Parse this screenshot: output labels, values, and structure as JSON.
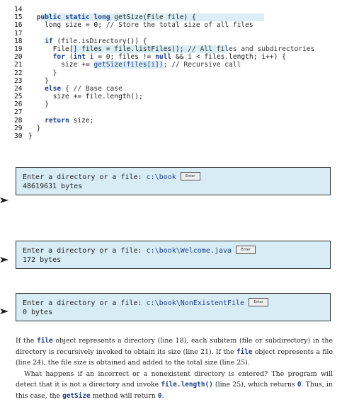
{
  "code_lines": [
    {
      "n": "14",
      "parts": []
    },
    {
      "n": "15",
      "parts": [
        {
          "t": "  "
        },
        {
          "t": "public static long",
          "c": "kw"
        },
        {
          "t": " getSize(File file) {"
        }
      ],
      "hl": 1
    },
    {
      "n": "16",
      "parts": [
        {
          "t": "    long size = ",
          "c": "kw0"
        },
        {
          "t": "0"
        },
        {
          "t": "; "
        },
        {
          "t": "// Store the total size of all files",
          "c": "cm"
        }
      ]
    },
    {
      "n": "17",
      "parts": []
    },
    {
      "n": "18",
      "parts": [
        {
          "t": "    "
        },
        {
          "t": "if",
          "c": "kw"
        },
        {
          "t": " (file.isDirectory()) {"
        }
      ]
    },
    {
      "n": "19",
      "parts": [
        {
          "t": "      File[] files = file.listFiles(); "
        },
        {
          "t": "// All files and subdirectories",
          "c": "cm"
        }
      ],
      "hl": 2
    },
    {
      "n": "20",
      "parts": [
        {
          "t": "      "
        },
        {
          "t": "for",
          "c": "kw"
        },
        {
          "t": " ("
        },
        {
          "t": "int",
          "c": "kw"
        },
        {
          "t": " i = 0; files != "
        },
        {
          "t": "null",
          "c": "kw"
        },
        {
          "t": " && i < files.length; i++) {"
        }
      ]
    },
    {
      "n": "21",
      "parts": [
        {
          "t": "        size += "
        },
        {
          "t": "getSize(files[i])",
          "c": "call"
        },
        {
          "t": "; "
        },
        {
          "t": "// Recursive call",
          "c": "cm"
        }
      ]
    },
    {
      "n": "22",
      "parts": [
        {
          "t": "      }"
        }
      ]
    },
    {
      "n": "23",
      "parts": [
        {
          "t": "    }"
        }
      ]
    },
    {
      "n": "24",
      "parts": [
        {
          "t": "    "
        },
        {
          "t": "else",
          "c": "kw"
        },
        {
          "t": " { "
        },
        {
          "t": "// Base case",
          "c": "cm"
        }
      ]
    },
    {
      "n": "25",
      "parts": [
        {
          "t": "      size += file.length();"
        }
      ]
    },
    {
      "n": "26",
      "parts": [
        {
          "t": "    }"
        }
      ]
    },
    {
      "n": "27",
      "parts": []
    },
    {
      "n": "28",
      "parts": [
        {
          "t": "    "
        },
        {
          "t": "return",
          "c": "kw"
        },
        {
          "t": " size;"
        }
      ]
    },
    {
      "n": "29",
      "parts": [
        {
          "t": "  }"
        }
      ]
    },
    {
      "n": "30",
      "parts": [
        {
          "t": "}"
        }
      ]
    }
  ],
  "outputs": [
    {
      "prompt": "Enter a directory or a file: ",
      "input": "c:\\book",
      "result": "48619631 bytes"
    },
    {
      "prompt": "Enter a directory or a file: ",
      "input": "c:\\book\\Welcome.java",
      "result": "172 bytes"
    },
    {
      "prompt": "Enter a directory or a file: ",
      "input": "c:\\book\\NonExistentFile",
      "result": "0 bytes"
    }
  ],
  "enter_key_label": "Enter",
  "prose": {
    "p1": [
      {
        "t": "If the "
      },
      {
        "t": "file",
        "m": 1
      },
      {
        "t": " object represents a directory (line 18), each subitem (file or subdirectory) in the directory is recursively invoked to obtain its size (line 21). If the "
      },
      {
        "t": "file",
        "m": 1
      },
      {
        "t": " object represents a file (line 24), the file size is obtained and added to the total size (line 25)."
      }
    ],
    "p2": [
      {
        "t": "What happens if an incorrect or a nonexistent directory is entered? The program will detect that it is not a directory and invoke "
      },
      {
        "t": "file.length()",
        "m": 1
      },
      {
        "t": " (line 25), which returns "
      },
      {
        "t": "0",
        "m": 1
      },
      {
        "t": ". Thus, in this case, the "
      },
      {
        "t": "getSize",
        "m": 1
      },
      {
        "t": " method will return "
      },
      {
        "t": "0",
        "m": 1
      },
      {
        "t": "."
      }
    ]
  }
}
